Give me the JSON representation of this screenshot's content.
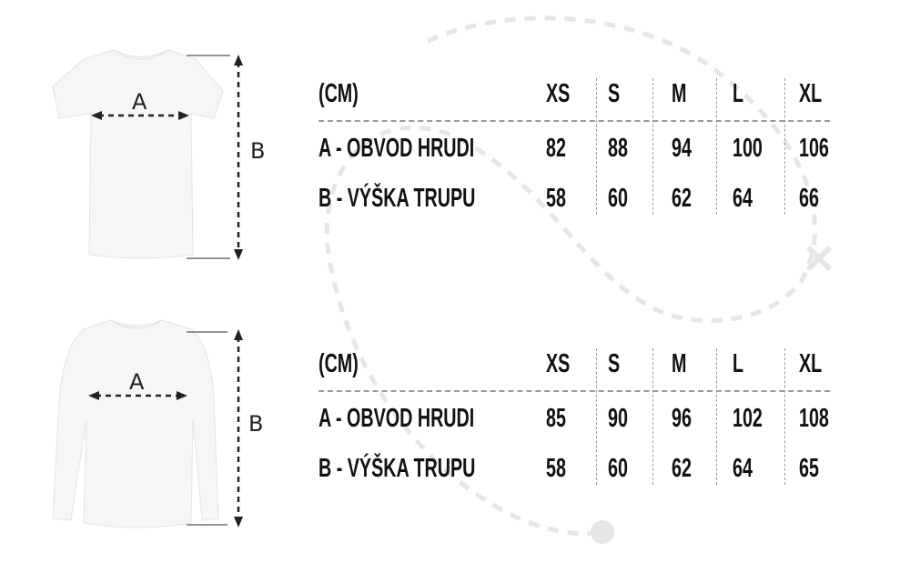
{
  "tables": [
    {
      "garment": "t-shirt",
      "header": [
        "(CM)",
        "XS",
        "S",
        "M",
        "L",
        "XL"
      ],
      "rows": [
        [
          "A - OBVOD HRUDI",
          "82",
          "88",
          "94",
          "100",
          "106"
        ],
        [
          "B - VÝŠKA TRUPU",
          "58",
          "60",
          "62",
          "64",
          "66"
        ]
      ]
    },
    {
      "garment": "sweatshirt",
      "header": [
        "(CM)",
        "XS",
        "S",
        "M",
        "L",
        "XL"
      ],
      "rows": [
        [
          "A - OBVOD HRUDI",
          "85",
          "90",
          "96",
          "102",
          "108"
        ],
        [
          "B - VÝŠKA TRUPU",
          "58",
          "60",
          "62",
          "64",
          "65"
        ]
      ]
    }
  ],
  "labels": {
    "a": "A",
    "b": "B"
  },
  "colors": {
    "text": "#111111",
    "deco": "#e6e6e6"
  }
}
